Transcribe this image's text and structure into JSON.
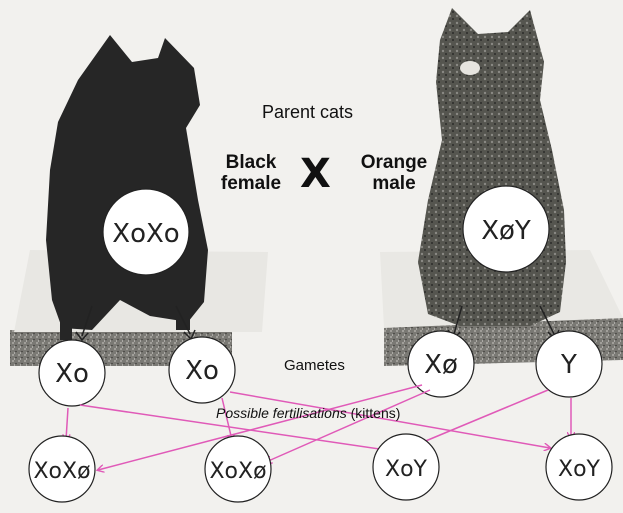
{
  "diagram": {
    "title": "Parent cats",
    "parents": {
      "female": {
        "label_line1": "Black",
        "label_line2": "female",
        "genotype": "XoXo"
      },
      "male": {
        "label_line1": "Orange",
        "label_line2": "male",
        "genotype": "XøY"
      },
      "cross_symbol": "X"
    },
    "gametes_label": "Gametes",
    "gametes": [
      "Xo",
      "Xo",
      "Xø",
      "Y"
    ],
    "fertilisation_label_italic": "Possible fertilisations",
    "fertilisation_label_suffix": "(kittens)",
    "offspring": [
      "XoXø",
      "XoXø",
      "XoY",
      "XoY"
    ],
    "colors": {
      "arrows": "#e05ab8",
      "cat_black": "#262626",
      "cat_orange": "#5a5a57",
      "circle": "#ffffff"
    }
  }
}
